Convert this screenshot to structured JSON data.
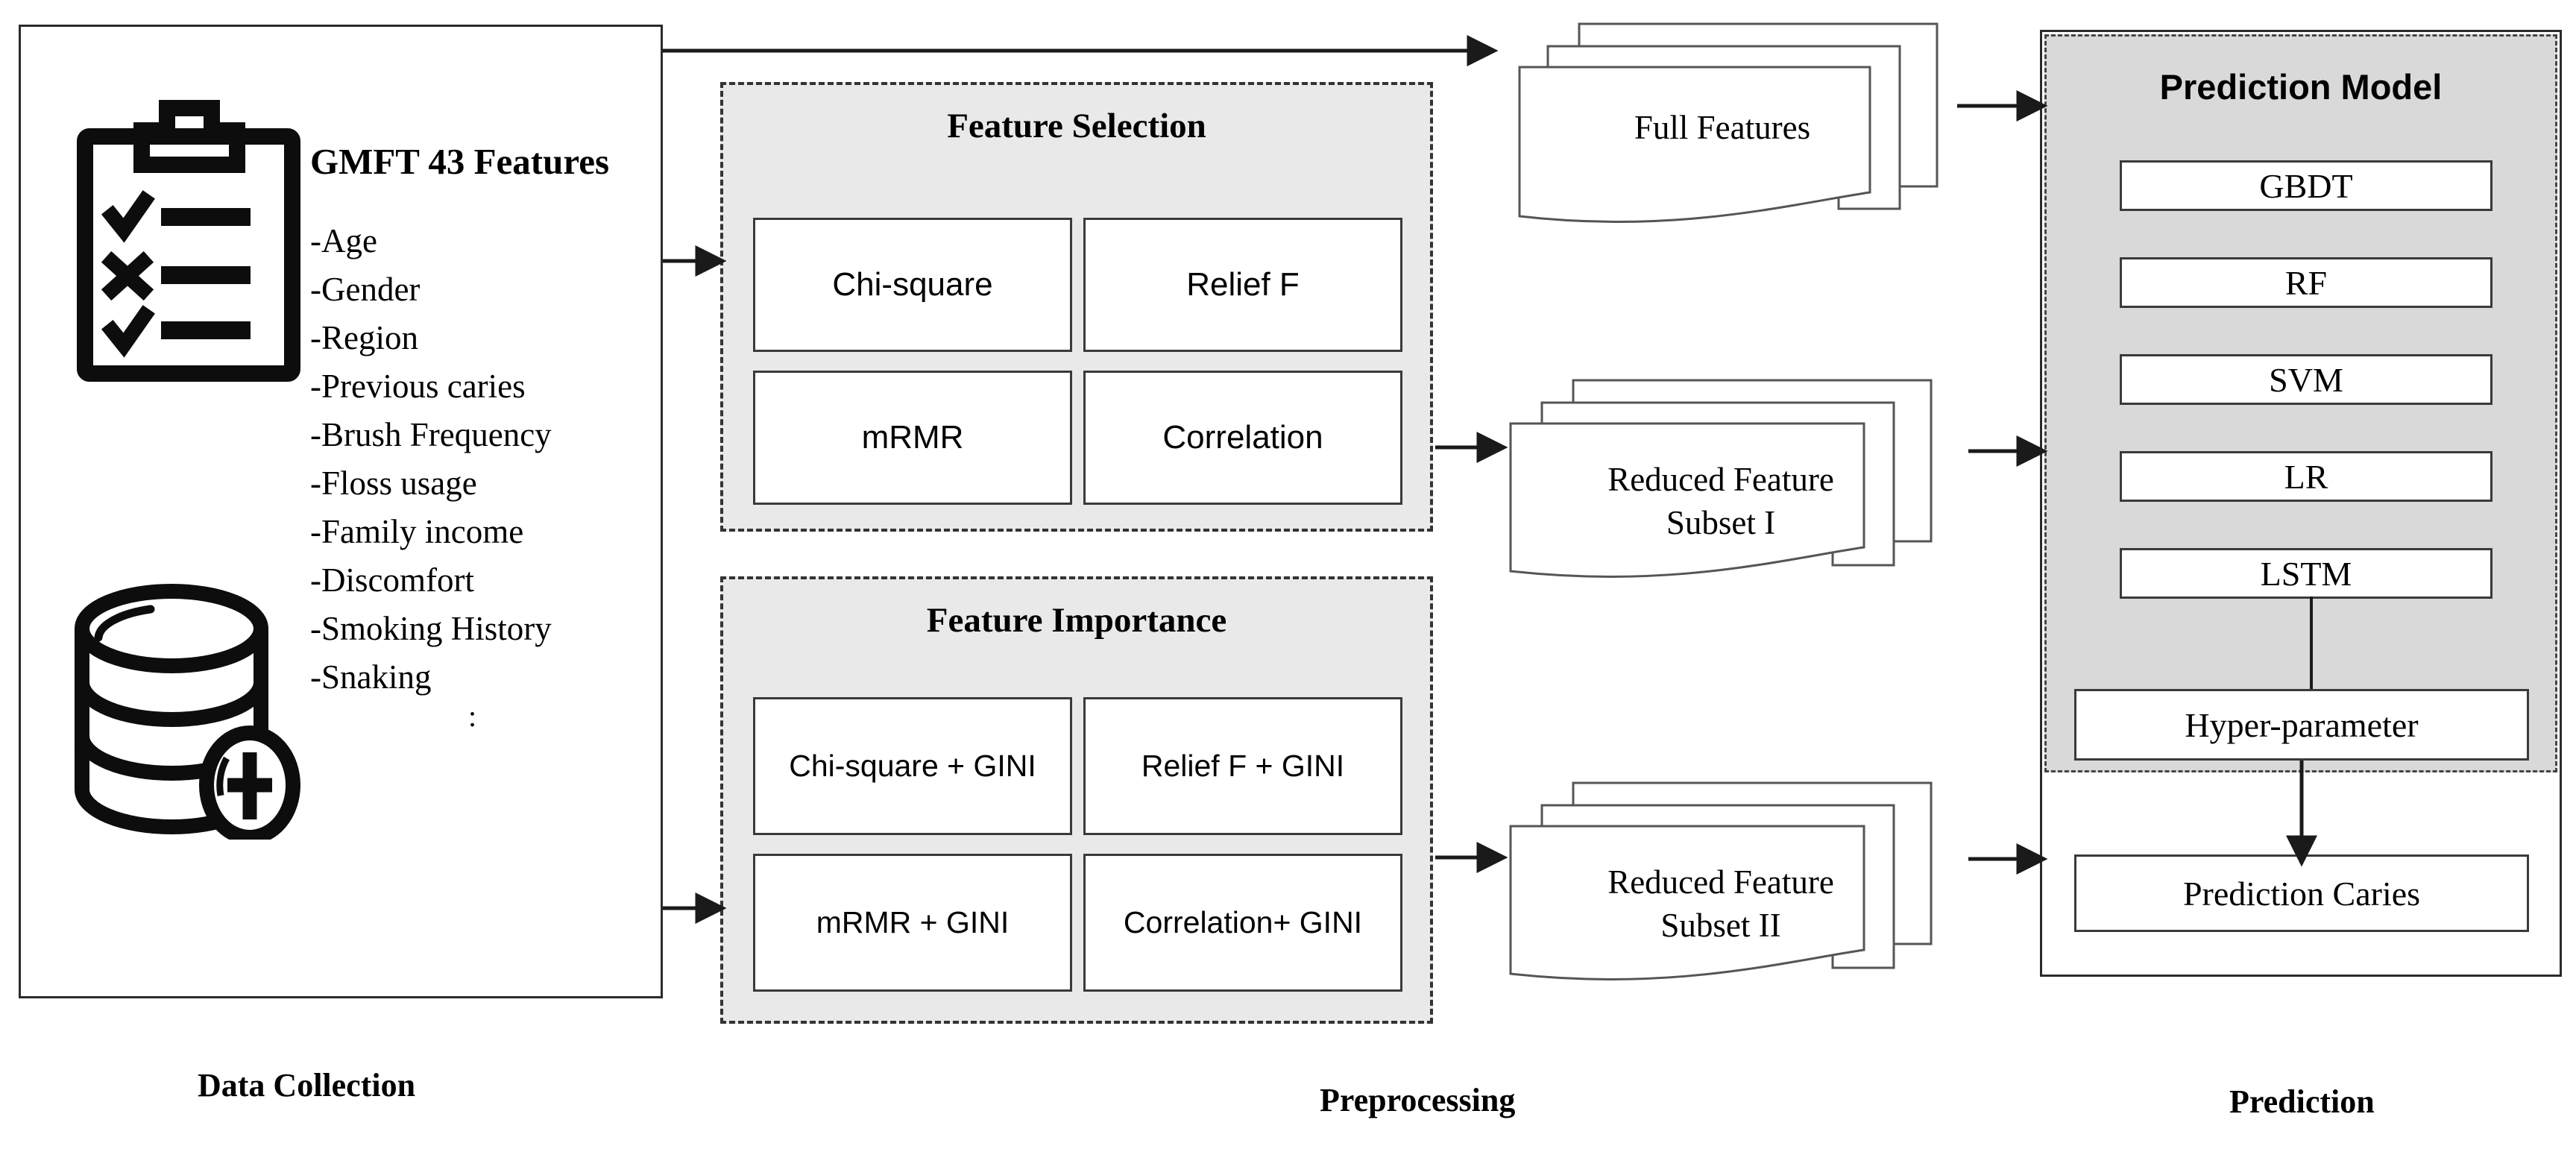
{
  "data_collection": {
    "title": "GMFT 43 Features",
    "features": [
      "-Age",
      "-Gender",
      "-Region",
      "-Previous caries",
      "-Brush Frequency",
      "-Floss usage",
      "-Family income",
      "-Discomfort",
      "-Smoking History",
      "-Snaking"
    ],
    "ellipsis": ":",
    "icons": [
      "clipboard-checklist-icon",
      "database-add-icon"
    ]
  },
  "preprocessing": {
    "feature_selection": {
      "title": "Feature Selection",
      "methods": [
        "Chi-square",
        "Relief F",
        "mRMR",
        "Correlation"
      ]
    },
    "feature_importance": {
      "title": "Feature Importance",
      "methods": [
        "Chi-square + GINI",
        "Relief F + GINI",
        "mRMR + GINI",
        "Correlation+ GINI"
      ]
    },
    "datasets": [
      {
        "label": "Full Features"
      },
      {
        "label": "Reduced Feature\nSubset I",
        "line1": "Reduced Feature",
        "line2": "Subset I"
      },
      {
        "label": "Reduced Feature\nSubset II",
        "line1": "Reduced Feature",
        "line2": "Subset II"
      }
    ]
  },
  "prediction": {
    "model_panel_title": "Prediction Model",
    "models": [
      "GBDT",
      "RF",
      "SVM",
      "LR",
      "LSTM"
    ],
    "hyper_parameter": "Hyper-parameter",
    "output": "Prediction Caries"
  },
  "stage_labels": [
    "Data Collection",
    "Preprocessing",
    "Prediction"
  ],
  "colors": {
    "panel_border": "#2b2b2b",
    "dashed_border": "#333333",
    "preproc_fill": "#e9e9e9",
    "prediction_fill": "#d9d9d9",
    "box_border": "#3a3a3a",
    "arrow": "#1a1a1a",
    "background": "#ffffff"
  }
}
